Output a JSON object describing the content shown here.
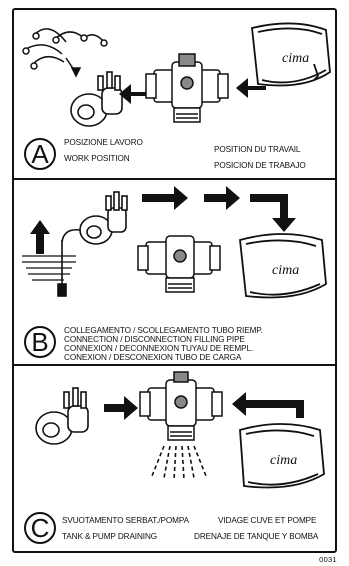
{
  "panels": [
    {
      "letter": "A",
      "captions": {
        "it": "POSIZIONE LAVORO",
        "en": "WORK POSITION",
        "fr": "POSITION DU TRAVAIL",
        "es": "POSICION DE TRABAJO"
      }
    },
    {
      "letter": "B",
      "captions": {
        "line1": "COLLEGAMENTO / SCOLLEGAMENTO   TUBO RIEMP.",
        "line2": "CONNECTION / DISCONNECTION FILLING PIPE",
        "line3": "CONNEXION / DECONNEXION TUYAU DE REMPL.",
        "line4": "CONEXION / DESCONEXION TUBO DE CARGA"
      }
    },
    {
      "letter": "C",
      "captions": {
        "it": "SVUOTAMENTO SERBAT./POMPA",
        "fr": "VIDAGE CUVE ET POMPE",
        "en": "TANK & PUMP  DRAINING",
        "es": "DRENAJE DE TANQUE Y BOMBA"
      }
    }
  ],
  "brand": "cima",
  "figure_code": "0031"
}
